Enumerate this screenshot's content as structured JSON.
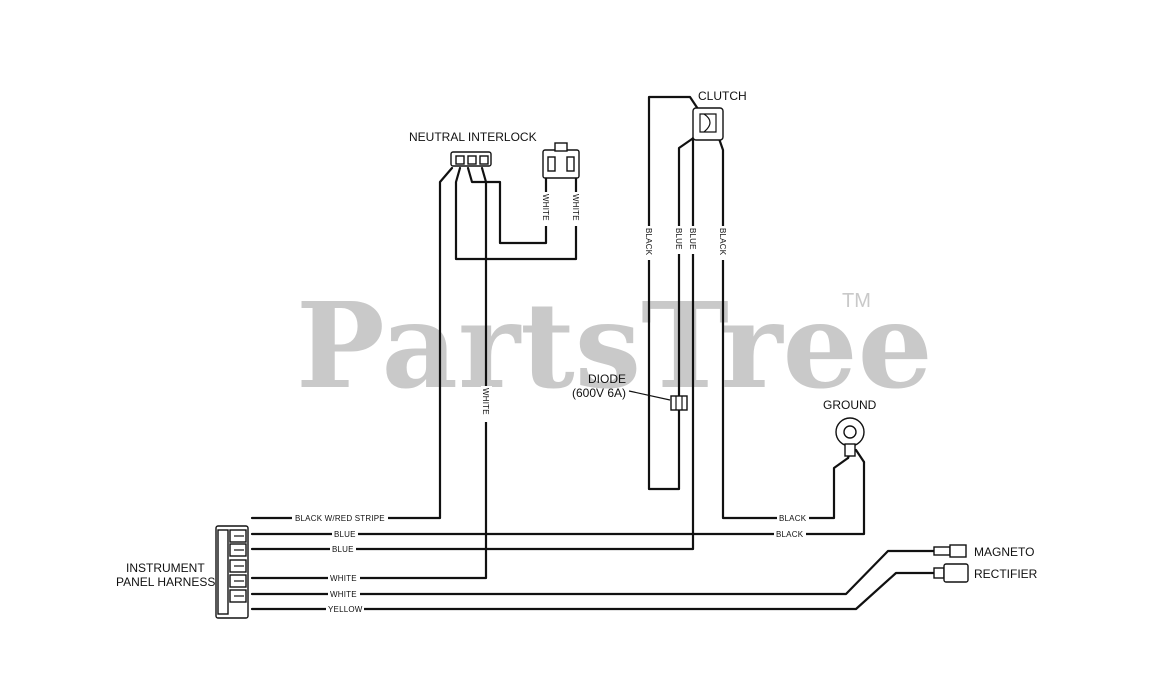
{
  "watermark": {
    "brand": "PartsTree",
    "trademark": "TM"
  },
  "components": {
    "neutral_interlock": "NEUTRAL INTERLOCK",
    "clutch": "CLUTCH",
    "diode_line1": "DIODE",
    "diode_line2": "(600V 6A)",
    "ground": "GROUND",
    "instrument_panel_line1": "INSTRUMENT",
    "instrument_panel_line2": "PANEL HARNESS",
    "magneto": "MAGNETO",
    "rectifier": "RECTIFIER"
  },
  "wire_labels": {
    "black_red_stripe": "BLACK W/RED STRIPE",
    "blue_1": "BLUE",
    "blue_2": "BLUE",
    "white_harness_1": "WHITE",
    "white_harness_2": "WHITE",
    "yellow": "YELLOW",
    "black_ground": "BLACK",
    "black_lower": "BLACK",
    "white_interlock_1": "WHITE",
    "white_interlock_2": "WHITE",
    "white_vertical": "WHITE",
    "clutch_black_left": "BLACK",
    "clutch_blue_1": "BLUE",
    "clutch_blue_2": "BLUE",
    "clutch_black_right": "BLACK"
  }
}
